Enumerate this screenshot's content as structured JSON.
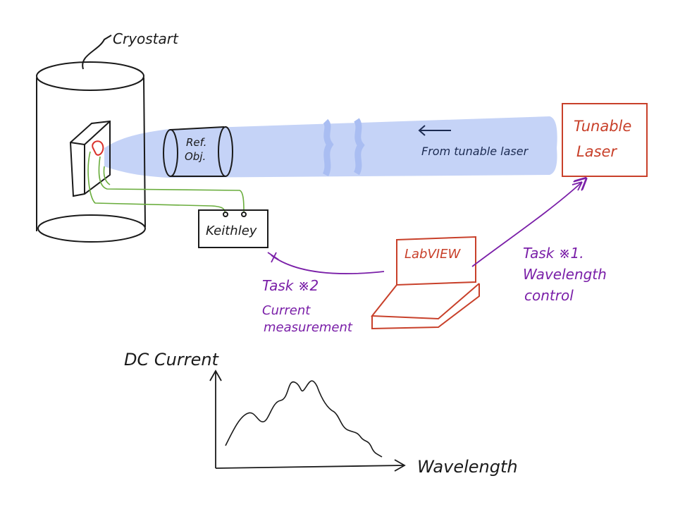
{
  "cryostat": {
    "label": "Cryostart"
  },
  "reference": {
    "line1": "Ref.",
    "line2": "Obj."
  },
  "beam": {
    "label": "From tunable laser",
    "color": "#c5d3f7"
  },
  "laser": {
    "line1": "Tunable",
    "line2": "Laser",
    "color": "#c8402a"
  },
  "keithley": {
    "label": "Keithley"
  },
  "labview": {
    "label": "LabVIEW",
    "color": "#c8402a"
  },
  "task1": {
    "title": "Task ※1.",
    "line1": "Wavelength",
    "line2": "control",
    "color": "#7a1fa8"
  },
  "task2": {
    "title": "Task ※2",
    "line1": "Current",
    "line2": "measurement",
    "color": "#7a1fa8"
  },
  "graph": {
    "ylabel": "DC Current",
    "xlabel": "Wavelength"
  },
  "colors": {
    "ink": "#1a1a1a",
    "wire": "#6aad3d",
    "sample": "#d9302a"
  }
}
